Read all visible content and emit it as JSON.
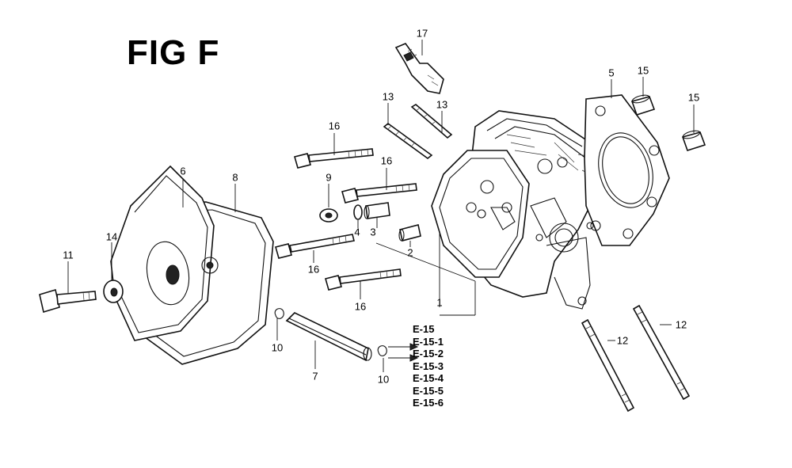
{
  "figure": {
    "title": "FIG F"
  },
  "callouts": [
    {
      "id": "c1",
      "label": "1"
    },
    {
      "id": "c2",
      "label": "2"
    },
    {
      "id": "c3",
      "label": "3"
    },
    {
      "id": "c4",
      "label": "4"
    },
    {
      "id": "c5",
      "label": "5"
    },
    {
      "id": "c6",
      "label": "6"
    },
    {
      "id": "c7",
      "label": "7"
    },
    {
      "id": "c8",
      "label": "8"
    },
    {
      "id": "c9",
      "label": "9"
    },
    {
      "id": "c10a",
      "label": "10"
    },
    {
      "id": "c10b",
      "label": "10"
    },
    {
      "id": "c11",
      "label": "11"
    },
    {
      "id": "c12a",
      "label": "12"
    },
    {
      "id": "c12b",
      "label": "12"
    },
    {
      "id": "c13a",
      "label": "13"
    },
    {
      "id": "c13b",
      "label": "13"
    },
    {
      "id": "c14",
      "label": "14"
    },
    {
      "id": "c15a",
      "label": "15"
    },
    {
      "id": "c15b",
      "label": "15"
    },
    {
      "id": "c16a",
      "label": "16"
    },
    {
      "id": "c16b",
      "label": "16"
    },
    {
      "id": "c16c",
      "label": "16"
    },
    {
      "id": "c16d",
      "label": "16"
    },
    {
      "id": "c17",
      "label": "17"
    }
  ],
  "references": [
    "E-15",
    "E-15-1",
    "E-15-2",
    "E-15-3",
    "E-15-4",
    "E-15-5",
    "E-15-6"
  ]
}
